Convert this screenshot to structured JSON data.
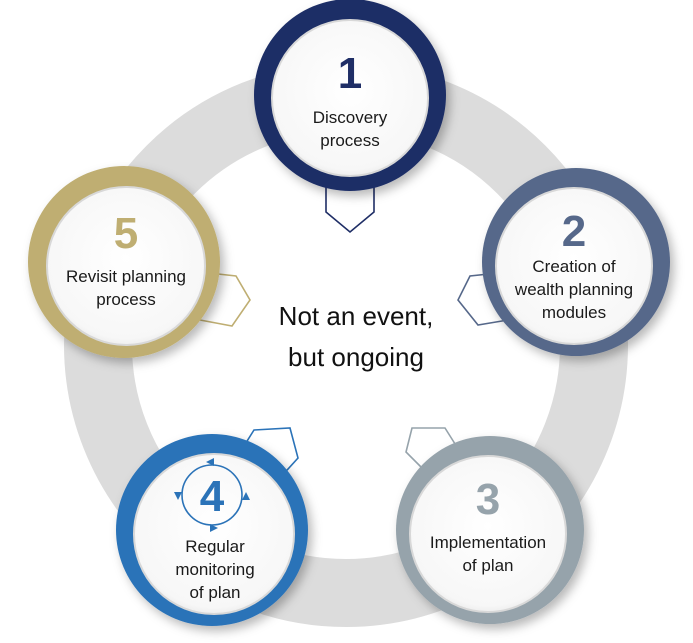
{
  "center_text": [
    "Not an event,",
    "but ongoing"
  ],
  "steps": [
    {
      "number": "1",
      "lines": [
        "Discovery",
        "process"
      ],
      "color": "#1f2e66"
    },
    {
      "number": "2",
      "lines": [
        "Creation of",
        "wealth planning",
        "modules"
      ],
      "color": "#56688a"
    },
    {
      "number": "3",
      "lines": [
        "Implementation",
        "of plan"
      ],
      "color": "#96a3ab"
    },
    {
      "number": "4",
      "lines": [
        "Regular",
        "monitoring",
        "of plan"
      ],
      "color": "#2b73b8"
    },
    {
      "number": "5",
      "lines": [
        "Revisit planning",
        "process"
      ],
      "color": "#bfae72"
    }
  ],
  "colors": {
    "ring": "#dcdcdc",
    "inner_disc": "#ffffff",
    "rim": "#dadada"
  }
}
